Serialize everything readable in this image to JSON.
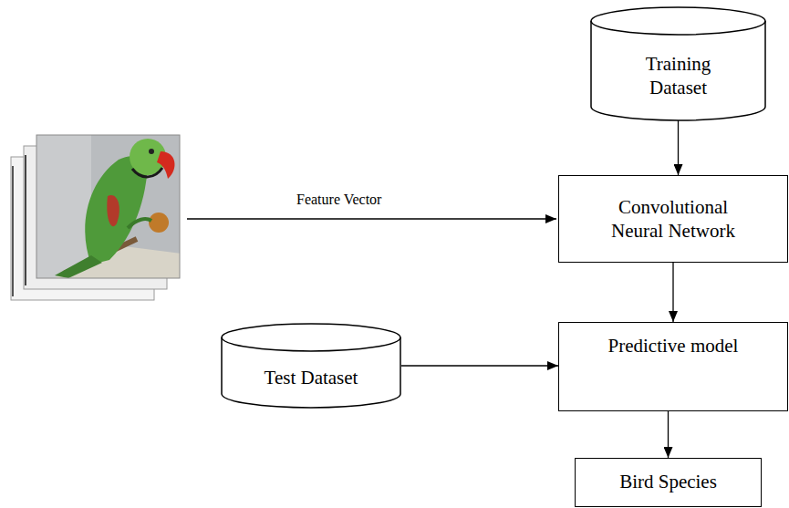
{
  "diagram": {
    "nodes": [
      {
        "text": [
          "Training Dataset"
        ]
      },
      {
        "text": [
          "Convolutional Neural Network"
        ]
      },
      {
        "text": [
          "Test Dataset"
        ]
      },
      {
        "text": [
          "Predictive model"
        ]
      },
      {
        "text": [
          "Bird Species"
        ]
      }
    ],
    "edges": [
      {
        "from": 0,
        "to": 1,
        "arrow": "to"
      },
      {
        "from": 1,
        "to": 3,
        "arrow": "to"
      },
      {
        "from": 2,
        "to": 3,
        "arrow": "to"
      },
      {
        "from": 3,
        "to": 4,
        "arrow": "to"
      }
    ],
    "labels": [
      "Feature Vector"
    ]
  }
}
